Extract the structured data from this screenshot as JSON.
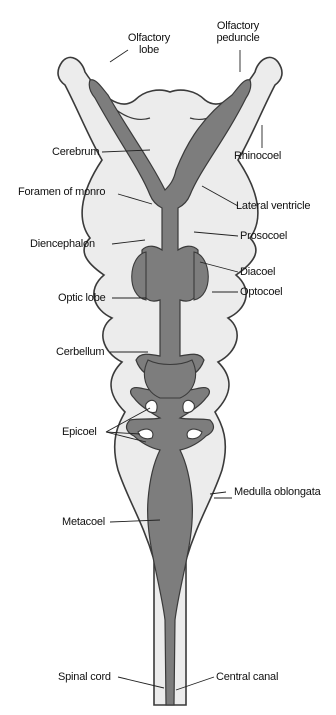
{
  "diagram": {
    "labels": {
      "olfactory_lobe": "Olfactory\nlobe",
      "olfactory_peduncle": "Olfactory\npeduncle",
      "cerebrum": "Cerebrum",
      "rhinocoel": "Rhinocoel",
      "foramen_of_monro": "Foramen of monro",
      "lateral_ventricle": "Lateral ventricle",
      "diencephalon": "Diencephalon",
      "prosocoel": "Prosocoel",
      "diacoel": "Diacoel",
      "optic_lobe": "Optic lobe",
      "optocoel": "Optocoel",
      "cerbellum": "Cerbellum",
      "epicoel": "Epicoel",
      "medulla_oblongata": "Medulla oblongata",
      "metacoel": "Metacoel",
      "spinal_cord": "Spinal cord",
      "central_canal": "Central canal"
    },
    "colors": {
      "outline": "#3a3a3a",
      "brain_fill": "#ececec",
      "cavity_fill": "#7d7d7d",
      "background": "#ffffff"
    }
  }
}
